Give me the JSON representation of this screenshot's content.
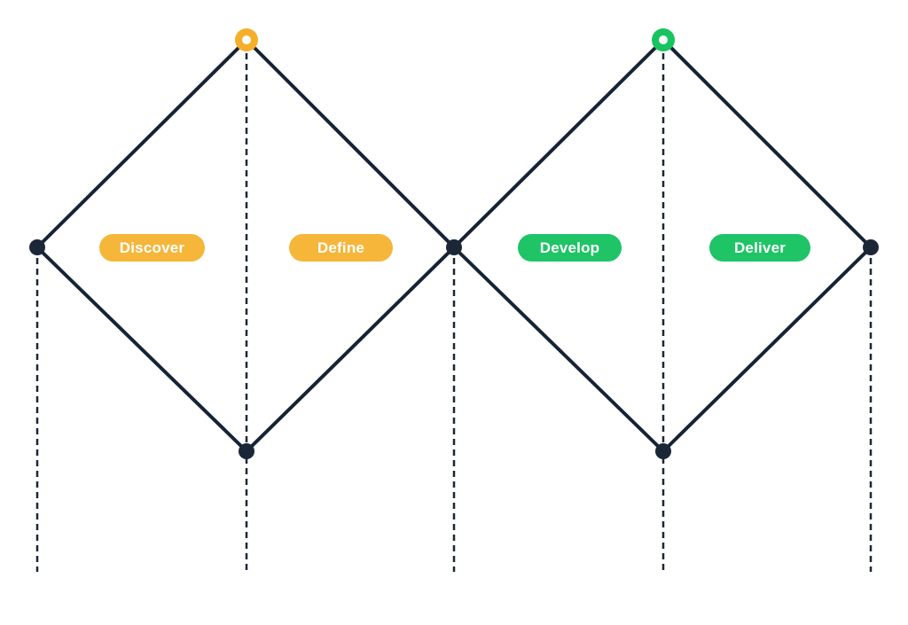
{
  "diagram": {
    "stages": [
      {
        "label": "Discover",
        "color": "#F5B63A"
      },
      {
        "label": "Define",
        "color": "#F5B63A"
      },
      {
        "label": "Develop",
        "color": "#1EC466"
      },
      {
        "label": "Deliver",
        "color": "#1EC466"
      }
    ],
    "colors": {
      "background": "#FFFFFF",
      "line": "#172334",
      "node": "#1B2737",
      "dash": "#1B2737",
      "amber_marker": "#F5AF2B",
      "green_marker": "#17C45F",
      "marker_center": "#FFFFFF",
      "pill_text": "#FFFFFF"
    }
  }
}
